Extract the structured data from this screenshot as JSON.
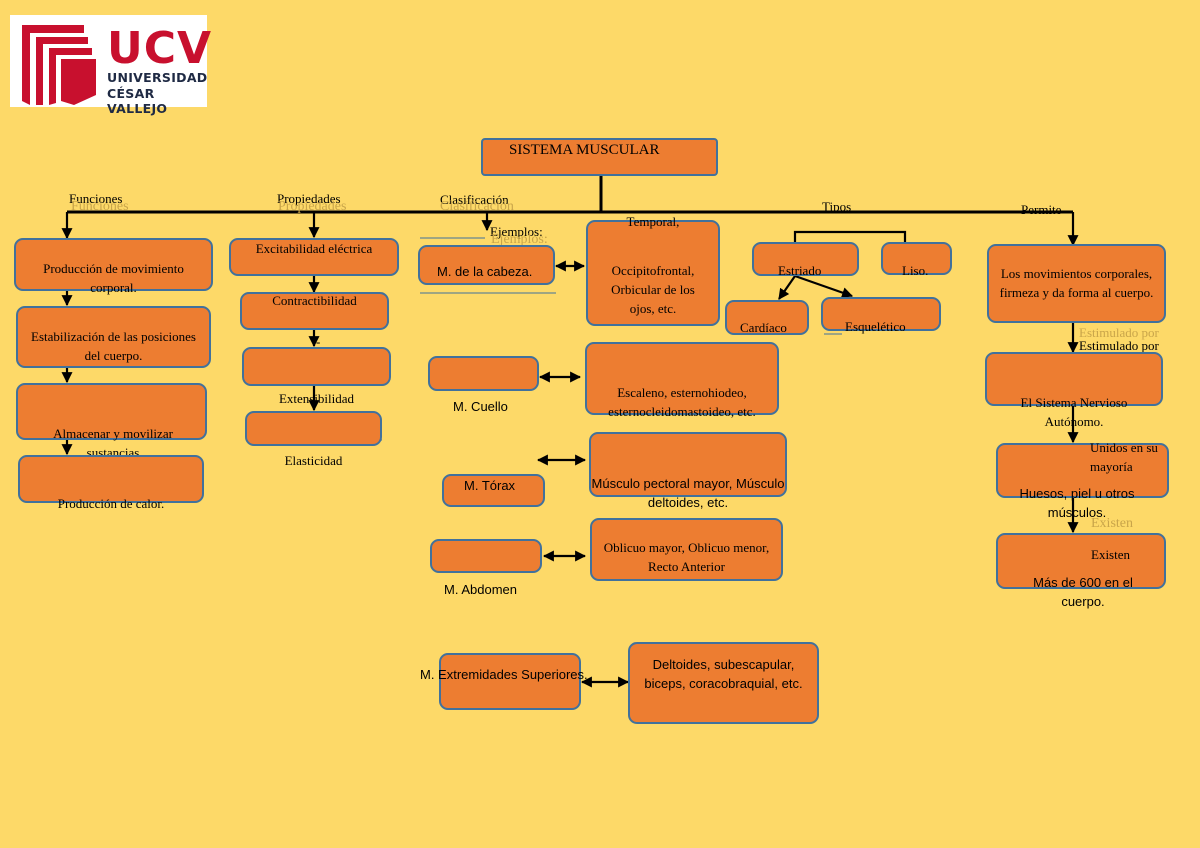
{
  "logo": {
    "brand": "UCV",
    "line1": "UNIVERSIDAD",
    "line2": "CÉSAR VALLEJO"
  },
  "title": "SISTEMA MUSCULAR",
  "branches": {
    "funciones": "Funciones",
    "propiedades": "Propiedades",
    "clasificacion": "Clasificación",
    "tipos": "Tipos",
    "permite": "Permite"
  },
  "funciones": [
    "Producción de movimiento corporal.",
    "Estabilización de las posiciones del cuerpo.",
    "Almacenar y movilizar sustancias",
    "Producción de calor."
  ],
  "propiedades": [
    "Excitabilidad eléctrica",
    "Contractibilidad",
    "-",
    "Extensibilidad",
    "Elasticidad"
  ],
  "clasificacion": {
    "ejemplos_label": "Ejemplos:",
    "cabeza": {
      "label": "M. de la cabeza.",
      "examples_top": "Temporal,",
      "examples": "Occipitofrontal, Orbicular de los ojos, etc."
    },
    "cuello": {
      "label": "M. Cuello",
      "examples": "Escaleno, esternohiodeo, esternocleidomastoideo, etc."
    },
    "torax": {
      "label": "M. Tórax",
      "examples": "Músculo pectoral mayor, Músculo deltoides, etc."
    },
    "abdomen": {
      "label": "M. Abdomen",
      "examples": "Oblicuo mayor, Oblicuo menor, Recto Anterior"
    },
    "extremidades": {
      "label": "M. Extremidades Superiores.",
      "examples": "Deltoides, subescapular, biceps, coracobraquial, etc."
    }
  },
  "tipos": {
    "estriado": "Estriado",
    "liso": "Liso.",
    "cardiaco": "Cardíaco",
    "esqueletico": "Esquelético"
  },
  "permite": {
    "main": "Los movimientos corporales, firmeza y da forma al cuerpo.",
    "estimulado_label": "Estimulado por",
    "sistema": "El Sistema Nervioso Autónomo.",
    "unidos_label": "Unidos en su mayoría",
    "huesos": "Huesos, piel u otros músculos.",
    "existen_label": "Existen",
    "mas": "Más de 600 en el cuerpo."
  },
  "colors": {
    "background": "#FDD968",
    "box_fill": "#ED7D31",
    "box_border": "#41719C",
    "logo_red": "#C8102E"
  }
}
